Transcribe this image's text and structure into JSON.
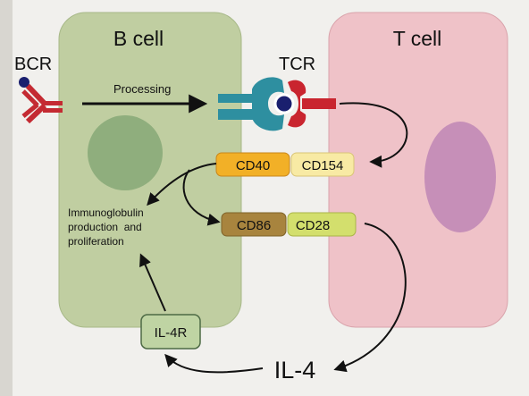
{
  "labels": {
    "b_cell": "B cell",
    "t_cell": "T cell",
    "bcr": "BCR",
    "tcr": "TCR",
    "processing": "Processing",
    "cd40": "CD40",
    "cd154": "CD154",
    "cd86": "CD86",
    "cd28": "CD28",
    "immuno_line1": "Immunoglobulin",
    "immuno_line2": "production  and",
    "immuno_line3": "proliferation",
    "il4r": "IL-4R",
    "il4": "IL-4"
  },
  "colors": {
    "background": "#f1f0ed",
    "b_cell_fill": "#c0cea1",
    "b_cell_nucleus": "#8fae7d",
    "t_cell_fill": "#efc2c8",
    "t_cell_nucleus": "#c68fb8",
    "mhc_teal": "#2e8fa0",
    "tcr_red": "#c9252f",
    "bcr_red": "#c42a32",
    "antigen_navy": "#1a1f6e",
    "cd40": "#f2b027",
    "cd154": "#f8eaa4",
    "cd86": "#a8843e",
    "cd28": "#d3df6d",
    "il4r": "#bfd4a3"
  }
}
